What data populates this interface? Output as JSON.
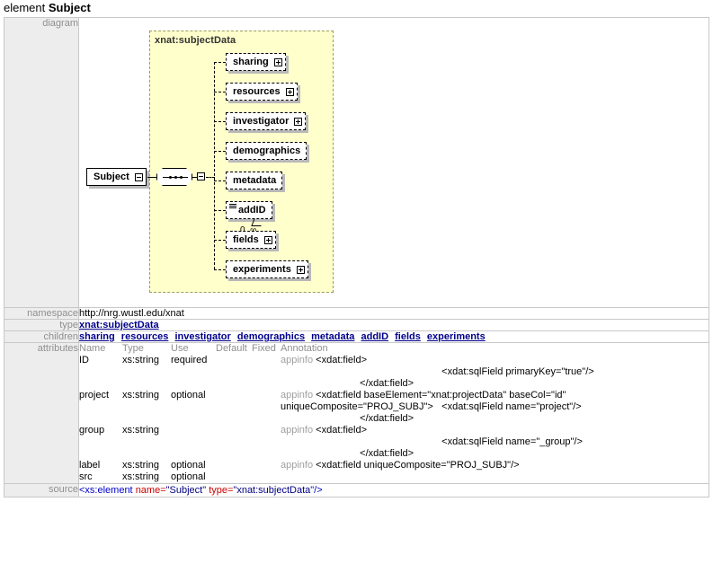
{
  "heading": {
    "kind": "element",
    "name": "Subject"
  },
  "rows": {
    "diagram_label": "diagram",
    "namespace_label": "namespace",
    "type_label": "type",
    "children_label": "children",
    "attributes_label": "attributes",
    "source_label": "source"
  },
  "diagram": {
    "container_type": "xnat:subjectData",
    "root_element": "Subject",
    "root_toggle": "minus",
    "connector": "sequence",
    "connector_toggle": "minus",
    "children": [
      {
        "name": "sharing",
        "toggle": "plus",
        "repeat": null
      },
      {
        "name": "resources",
        "toggle": "plus",
        "repeat": null
      },
      {
        "name": "investigator",
        "toggle": "plus",
        "repeat": null
      },
      {
        "name": "demographics",
        "toggle": null,
        "repeat": null
      },
      {
        "name": "metadata",
        "toggle": null,
        "repeat": null
      },
      {
        "name": "addID",
        "toggle": null,
        "repeat": "0..∞"
      },
      {
        "name": "fields",
        "toggle": "plus",
        "repeat": null
      },
      {
        "name": "experiments",
        "toggle": "plus",
        "repeat": null
      }
    ]
  },
  "namespace": {
    "value": "http://nrg.wustl.edu/xnat"
  },
  "type": {
    "value": "xnat:subjectData"
  },
  "children": {
    "items": [
      "sharing",
      "resources",
      "investigator",
      "demographics",
      "metadata",
      "addID",
      "fields",
      "experiments"
    ]
  },
  "attributes": {
    "headers": {
      "name": "Name",
      "type": "Type",
      "use": "Use",
      "default": "Default",
      "fixed": "Fixed",
      "annotation": "Annotation"
    },
    "rows": [
      {
        "name": "ID",
        "type": "xs:string",
        "use": "required",
        "default": "",
        "fixed": "",
        "annotation_kind": "appinfo",
        "annotation_lines": [
          {
            "indent": 0,
            "text": "<xdat:field>"
          },
          {
            "indent": 20,
            "text": "<xdat:sqlField primaryKey=\"true\"/>"
          },
          {
            "indent": 7,
            "text": "</xdat:field>"
          }
        ]
      },
      {
        "name": "project",
        "type": "xs:string",
        "use": "optional",
        "default": "",
        "fixed": "",
        "annotation_kind": "appinfo",
        "annotation_lines": [
          {
            "indent": 0,
            "text": "<xdat:field baseElement=\"xnat:projectData\" baseCol=\"id\" uniqueComposite=\"PROJ_SUBJ\">"
          },
          {
            "indent": 20,
            "text": "<xdat:sqlField name=\"project\"/>"
          },
          {
            "indent": 7,
            "text": "</xdat:field>"
          }
        ]
      },
      {
        "name": "group",
        "type": "xs:string",
        "use": "",
        "default": "",
        "fixed": "",
        "annotation_kind": "appinfo",
        "annotation_lines": [
          {
            "indent": 0,
            "text": "<xdat:field>"
          },
          {
            "indent": 20,
            "text": "<xdat:sqlField name=\"_group\"/>"
          },
          {
            "indent": 7,
            "text": "</xdat:field>"
          }
        ]
      },
      {
        "name": "label",
        "type": "xs:string",
        "use": "optional",
        "default": "",
        "fixed": "",
        "annotation_kind": "appinfo",
        "annotation_lines": [
          {
            "indent": 0,
            "text": "<xdat:field uniqueComposite=\"PROJ_SUBJ\"/>"
          }
        ]
      },
      {
        "name": "src",
        "type": "xs:string",
        "use": "optional",
        "default": "",
        "fixed": "",
        "annotation_kind": "",
        "annotation_lines": []
      }
    ]
  },
  "source": {
    "tokens": [
      {
        "t": "tag",
        "s": "<xs:element"
      },
      {
        "t": "plain",
        "s": " "
      },
      {
        "t": "attr",
        "s": "name="
      },
      {
        "t": "val",
        "s": "\"Subject\""
      },
      {
        "t": "plain",
        "s": " "
      },
      {
        "t": "attr",
        "s": "type="
      },
      {
        "t": "val",
        "s": "\"xnat:subjectData\""
      },
      {
        "t": "tag",
        "s": "/>"
      }
    ]
  },
  "colors": {
    "panel_bg": "#ffffcc",
    "label_bg": "#ededed",
    "label_fg": "#8f8f8f",
    "link": "#00008b",
    "tag": "#0000cd",
    "attr": "#cc0000",
    "value": "#000080"
  }
}
